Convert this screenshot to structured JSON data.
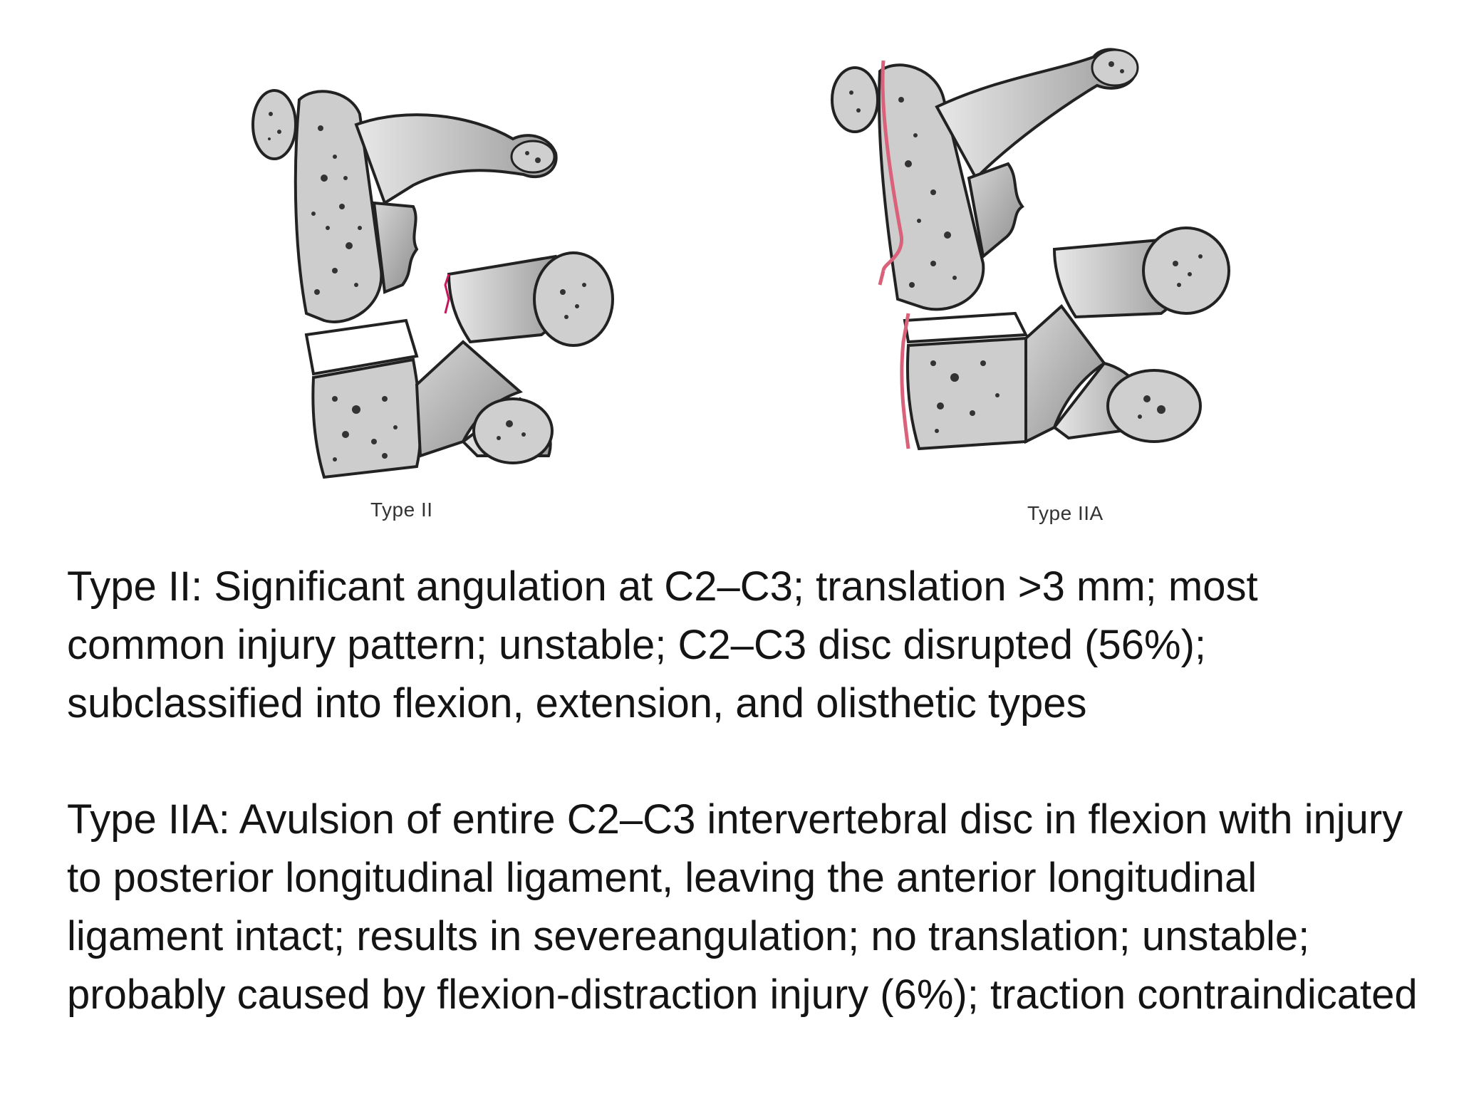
{
  "figures": {
    "left_caption": "Type II",
    "right_caption": "Type IIA",
    "colors": {
      "bone_fill": "#c9c9c9",
      "bone_dark": "#9a9a9a",
      "outline": "#222222",
      "ligament": "#d9627a"
    }
  },
  "descriptions": {
    "type2": "Type II: Significant angulation at C2–C3; translation >3 mm; most common injury pattern; unstable; C2–C3 disc disrupted (56%); subclassified into flexion, extension, and olisthetic types",
    "type2a": "Type IIA: Avulsion of entire C2–C3 intervertebral disc in flexion with injury to posterior longitudinal ligament, leaving the anterior longitudinal ligament intact; results in severeangulation; no translation; unstable; probably caused by flexion-distraction injury (6%); traction contraindicated"
  }
}
